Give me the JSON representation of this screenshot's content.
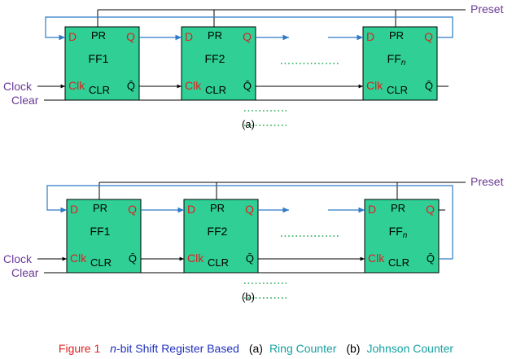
{
  "diagram": {
    "signals": {
      "preset": "Preset",
      "clock": "Clock",
      "clear": "Clear"
    },
    "pins": {
      "d": "D",
      "q": "Q",
      "q_bar": "Q̄",
      "pr": "PR",
      "clr": "CLR",
      "clk": "Clk"
    },
    "flipflops": [
      {
        "prefix": "FF",
        "suffix": "1"
      },
      {
        "prefix": "FF",
        "suffix": "2"
      },
      {
        "prefix": "FF",
        "suffix": "n"
      }
    ],
    "subfigures": [
      {
        "label": "(a)"
      },
      {
        "label": "(b)"
      }
    ]
  },
  "caption": {
    "figure": "Figure 1",
    "n": "n",
    "title_rest": "-bit Shift Register Based",
    "part_a": "(a)",
    "ring": "Ring Counter",
    "part_b": "(b)",
    "johnson": "Johnson Counter"
  },
  "colors": {
    "flipflop_fill": "#2fcf96",
    "wire": "#000000",
    "feedback": "#2d7bc6",
    "dots": "#1ba84a",
    "signal_label": "#6a3a96",
    "pin_red": "#e02020"
  }
}
